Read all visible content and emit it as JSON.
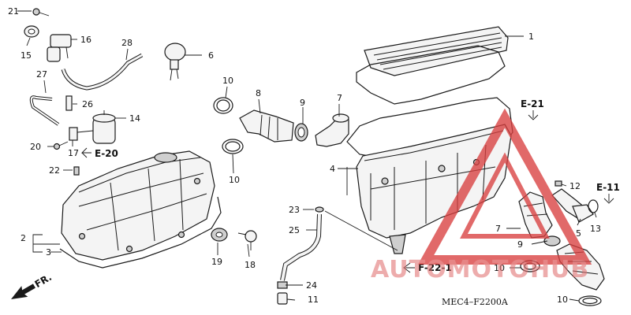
{
  "diagram_code": "MEC4–F2200A",
  "watermark": {
    "text": "AUTOMOTOHUB",
    "color": "#d94040"
  },
  "orientation_label": "FR.",
  "references": [
    "E-20",
    "E-21",
    "E-11",
    "F-22-1"
  ],
  "callouts": [
    {
      "id": "c1",
      "label": "1"
    },
    {
      "id": "c2",
      "label": "2"
    },
    {
      "id": "c3",
      "label": "3"
    },
    {
      "id": "c4",
      "label": "4"
    },
    {
      "id": "c5",
      "label": "5"
    },
    {
      "id": "c6",
      "label": "6"
    },
    {
      "id": "c7a",
      "label": "7"
    },
    {
      "id": "c7b",
      "label": "7"
    },
    {
      "id": "c8",
      "label": "8"
    },
    {
      "id": "c9a",
      "label": "9"
    },
    {
      "id": "c9b",
      "label": "9"
    },
    {
      "id": "c10a",
      "label": "10"
    },
    {
      "id": "c10b",
      "label": "10"
    },
    {
      "id": "c10c",
      "label": "10"
    },
    {
      "id": "c10d",
      "label": "10"
    },
    {
      "id": "c11",
      "label": "11"
    },
    {
      "id": "c12",
      "label": "12"
    },
    {
      "id": "c13",
      "label": "13"
    },
    {
      "id": "c14",
      "label": "14"
    },
    {
      "id": "c15",
      "label": "15"
    },
    {
      "id": "c16",
      "label": "16"
    },
    {
      "id": "c17",
      "label": "17"
    },
    {
      "id": "c18",
      "label": "18"
    },
    {
      "id": "c19",
      "label": "19"
    },
    {
      "id": "c20",
      "label": "20"
    },
    {
      "id": "c21",
      "label": "21"
    },
    {
      "id": "c22",
      "label": "22"
    },
    {
      "id": "c23",
      "label": "23"
    },
    {
      "id": "c24",
      "label": "24"
    },
    {
      "id": "c25",
      "label": "25"
    },
    {
      "id": "c26",
      "label": "26"
    },
    {
      "id": "c27",
      "label": "27"
    },
    {
      "id": "c28",
      "label": "28"
    }
  ]
}
